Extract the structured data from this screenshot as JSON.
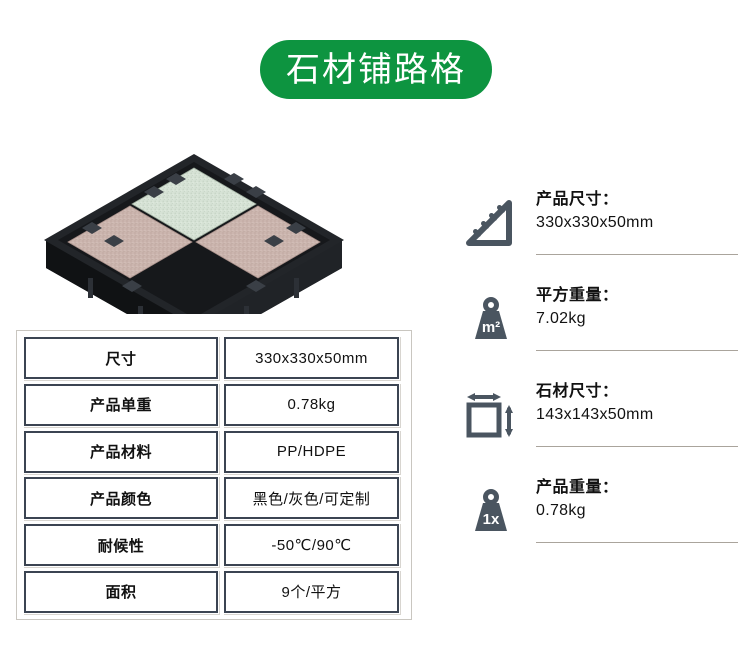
{
  "header": {
    "title": "石材铺路格",
    "badge_color": "#0d9440",
    "title_color": "#ffffff"
  },
  "product_photo": {
    "name": "stone-paver-tray-isometric",
    "frame_color": "#1a1c1f",
    "tile_colors": {
      "mint": "#d6e2d5",
      "tan": "#cbb5ae"
    },
    "tiles": [
      {
        "position": "top",
        "color_name": "mint"
      },
      {
        "position": "left",
        "color_name": "tan"
      },
      {
        "position": "right",
        "color_name": "tan"
      },
      {
        "position": "bottom",
        "color_name": "empty"
      }
    ]
  },
  "spec_table": {
    "border_color": "#3b4452",
    "outer_border_color": "#c9c6c0",
    "rows": [
      {
        "label": "尺寸",
        "value": "330x330x50mm"
      },
      {
        "label": "产品单重",
        "value": "0.78kg"
      },
      {
        "label": "产品材料",
        "value": "PP/HDPE"
      },
      {
        "label": "产品颜色",
        "value": "黑色/灰色/可定制"
      },
      {
        "label": "耐候性",
        "value": "-50℃/90℃"
      },
      {
        "label": "面积",
        "value": "9个/平方"
      }
    ]
  },
  "features": {
    "icon_color": "#4a5560",
    "rule_color": "#aaa49c",
    "items": [
      {
        "icon": "set-square-ruler-icon",
        "label": "产品尺寸：",
        "value": "330x330x50mm"
      },
      {
        "icon": "weight-m2-icon",
        "icon_text": "m²",
        "label": "平方重量：",
        "value": "7.02kg"
      },
      {
        "icon": "square-dimensions-icon",
        "label": "石材尺寸：",
        "value": "143x143x50mm"
      },
      {
        "icon": "weight-1x-icon",
        "icon_text": "1x",
        "label": "产品重量：",
        "value": "0.78kg"
      }
    ]
  }
}
